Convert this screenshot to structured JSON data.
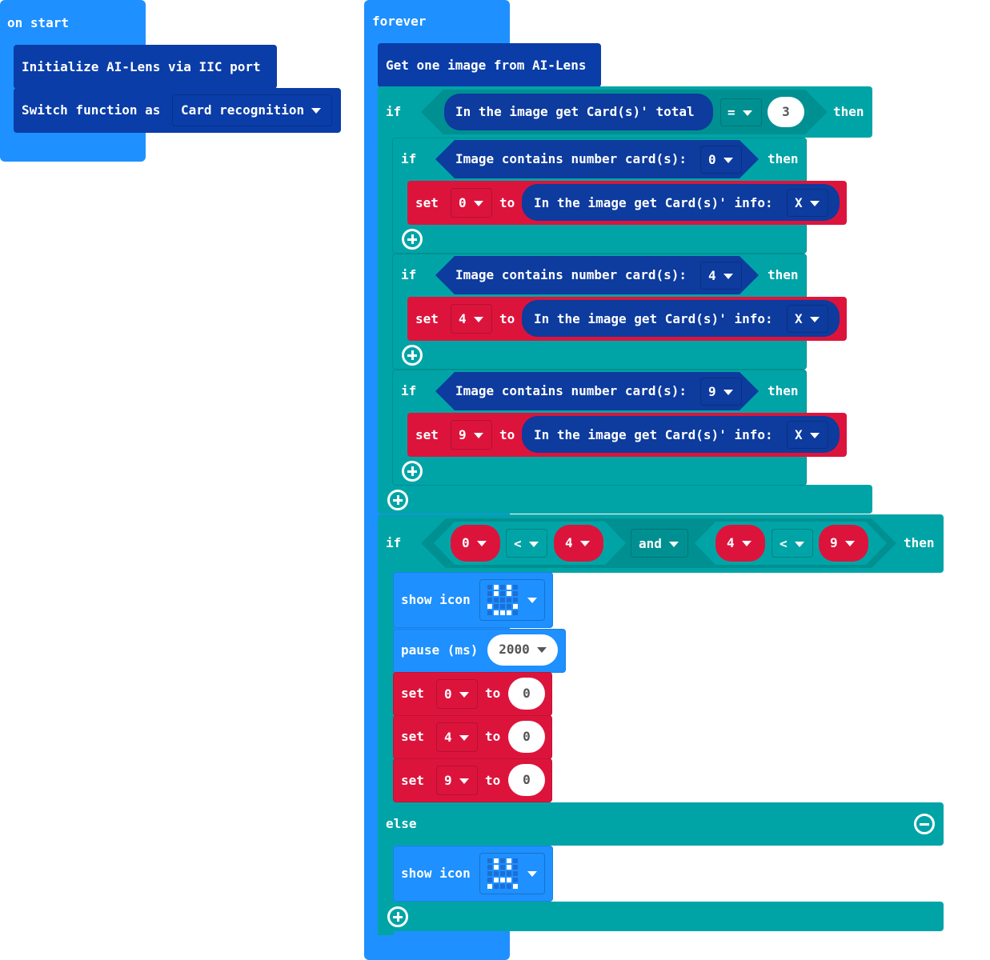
{
  "on_start": {
    "hat_label": "on start",
    "init_label": "Initialize AI-Lens via IIC port",
    "switch_label": "Switch function as",
    "switch_value": "Card recognition"
  },
  "forever": {
    "hat_label": "forever",
    "get_image_label": "Get one image from AI-Lens",
    "outer_if": {
      "if_label": "if",
      "then_label": "then",
      "total_label": "In the image get Card(s)' total",
      "operator": "=",
      "value": "3",
      "branches": [
        {
          "if_label": "if",
          "cond_label": "Image contains number card(s):",
          "card": "0",
          "then_label": "then",
          "set_label": "set",
          "var": "0",
          "to_label": "to",
          "info_label": "In the image get Card(s)' info:",
          "info_value": "X"
        },
        {
          "if_label": "if",
          "cond_label": "Image contains number card(s):",
          "card": "4",
          "then_label": "then",
          "set_label": "set",
          "var": "4",
          "to_label": "to",
          "info_label": "In the image get Card(s)' info:",
          "info_value": "X"
        },
        {
          "if_label": "if",
          "cond_label": "Image contains number card(s):",
          "card": "9",
          "then_label": "then",
          "set_label": "set",
          "var": "9",
          "to_label": "to",
          "info_label": "In the image get Card(s)' info:",
          "info_value": "X"
        }
      ]
    },
    "second_if": {
      "if_label": "if",
      "then_label": "then",
      "left": {
        "a": "0",
        "op": "<",
        "b": "4"
      },
      "logic": "and",
      "right": {
        "a": "4",
        "op": "<",
        "b": "9"
      },
      "show_icon_label": "show icon",
      "pause_label": "pause (ms)",
      "pause_value": "2000",
      "sets": [
        {
          "set_label": "set",
          "var": "0",
          "to_label": "to",
          "value": "0"
        },
        {
          "set_label": "set",
          "var": "4",
          "to_label": "to",
          "value": "0"
        },
        {
          "set_label": "set",
          "var": "9",
          "to_label": "to",
          "value": "0"
        }
      ],
      "else_label": "else",
      "else_show_icon_label": "show icon"
    }
  },
  "icons": {
    "happy": [
      [
        0,
        1,
        0,
        1,
        0
      ],
      [
        0,
        1,
        0,
        1,
        0
      ],
      [
        0,
        0,
        0,
        0,
        0
      ],
      [
        1,
        0,
        0,
        0,
        1
      ],
      [
        0,
        1,
        1,
        1,
        0
      ]
    ],
    "sad": [
      [
        0,
        1,
        0,
        1,
        0
      ],
      [
        0,
        1,
        0,
        1,
        0
      ],
      [
        0,
        0,
        0,
        0,
        0
      ],
      [
        0,
        1,
        1,
        1,
        0
      ],
      [
        1,
        0,
        0,
        0,
        1
      ]
    ]
  },
  "colors": {
    "basic": "#1e90ff",
    "ailens": "#0a3da8",
    "logic": "#00a4a6",
    "variables": "#dc143c"
  }
}
